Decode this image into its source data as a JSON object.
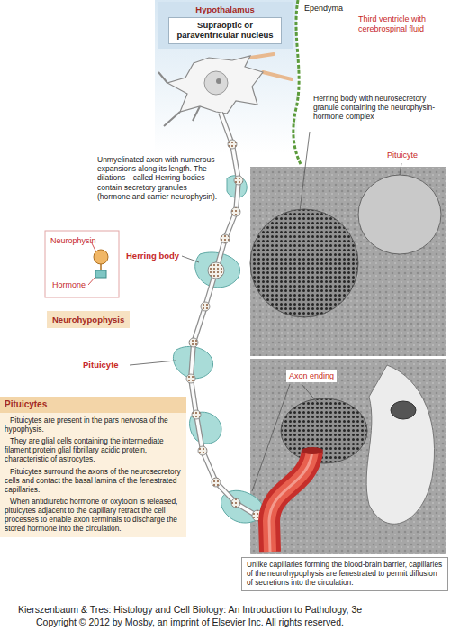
{
  "diagram": {
    "nodes": [
      {
        "text": [
          "Hypothalamus"
        ]
      },
      {
        "text": [
          "Supraoptic or paraventricular nucleus"
        ],
        "in": 0
      },
      {
        "text": [
          "Neurohypophysis"
        ]
      },
      {
        "text": [
          "Pituicytes",
          "Pituicytes are present in the pars nervosa of the hypophysis.",
          "They are glial cells containing the intermediate filament protein glial fibrillary acidic protein, characteristic of astrocytes.",
          "Pituicytes surround the axons of the neurosecretory cells and contact the basal lamina of the fenestrated capillaries.",
          "When antidiuretic hormone or oxytocin is released, pituicytes adjacent to the capillary retract the cell processes to enable axon terminals to discharge the stored hormone into the circulation."
        ]
      },
      {
        "text": [
          "Unlike capillaries forming the blood-brain barrier, capillaries of the neurohypophysis are fenestrated to permit diffusion of secretions into the circulation."
        ]
      }
    ],
    "labels": [
      "Ependyma",
      "Third ventricle with cerebrospinal fluid",
      "Herring body with neurosecretory granule containing the neurophysin-hormone complex",
      "Pituicyte",
      "Unmyelinated axon with numerous expansions along its length. The dilations—called Herring bodies—contain secretory granules (hormone and carrier neurophysin).",
      "Herring body",
      "Neurophysin",
      "Hormone",
      "Pituicyte",
      "Axon ending",
      "Kierszenbaum & Tres: Histology and Cell Biology: An Introduction to Pathology, 3e",
      "Copyright © 2012 by Mosby, an imprint of Elsevier Inc. All rights reserved."
    ]
  }
}
